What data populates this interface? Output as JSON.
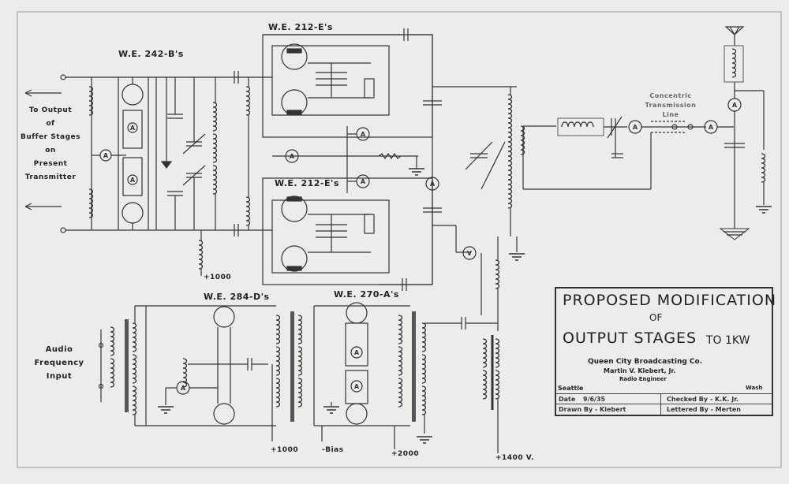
{
  "tube_labels": {
    "we242": "W.E. 242-B's",
    "we212_top": "W.E. 212-E's",
    "we212_bot": "W.E. 212-E's",
    "we284": "W.E. 284-D's",
    "we270": "W.E. 270-A's"
  },
  "left_note": {
    "line1": "To Output",
    "line2": "of",
    "line3": "Buffer Stages",
    "line4": "on",
    "line5": "Present",
    "line6": "Transmitter"
  },
  "audio_note": {
    "line1": "Audio",
    "line2": "Frequency",
    "line3": "Input"
  },
  "line_note": {
    "line1": "Concentric",
    "line2": "Transmission",
    "line3": "Line"
  },
  "voltages": {
    "v1000_top": "+1000",
    "v1000_bot": "+1000",
    "bias": "-Bias",
    "v2000": "+2000",
    "v1400": "+1400 V."
  },
  "meter_symbols": {
    "ammeter": "A",
    "voltmeter": "V"
  },
  "title_block": {
    "line1": "PROPOSED MODIFICATION",
    "line2": "OF",
    "line3": "OUTPUT STAGES",
    "line3_suffix": "TO 1KW",
    "company": "Queen City Broadcasting Co.",
    "engineer": "Martin V. Kiebert, Jr.",
    "role": "Radio Engineer",
    "city": "Seattle",
    "state": "Wash",
    "date_label": "Date",
    "date": "9/6/35",
    "checked": "Checked By - K.K. Jr.",
    "drawn": "Drawn By - Kiebert",
    "lettered": "Lettered By - Merten"
  }
}
